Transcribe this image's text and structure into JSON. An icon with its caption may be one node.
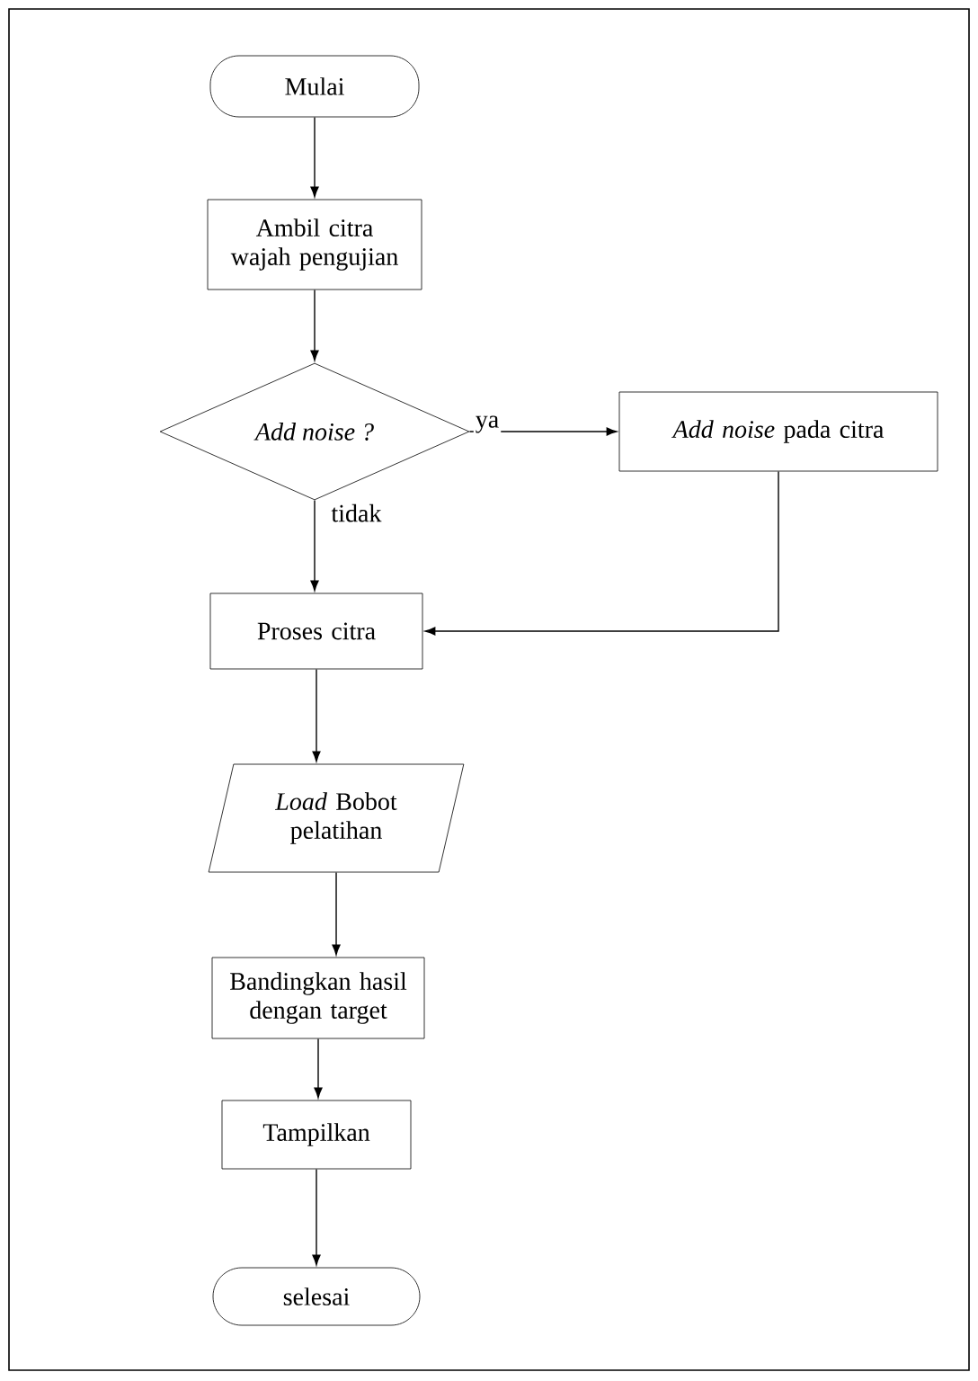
{
  "diagram": {
    "nodes": [
      {
        "text": [
          "Mulai"
        ]
      },
      {
        "text": [
          "Ambil citra wajah pengujian"
        ]
      },
      {
        "text": [
          "Add noise ?"
        ]
      },
      {
        "text": [
          "*Add noise* pada citra"
        ]
      },
      {
        "text": [
          "Proses citra"
        ]
      },
      {
        "text": [
          "*Load* Bobot pelatihan"
        ]
      },
      {
        "text": [
          "Bandingkan hasil dengan target"
        ]
      },
      {
        "text": [
          "Tampilkan"
        ]
      },
      {
        "text": [
          "selesai"
        ]
      }
    ],
    "edges": [
      {
        "from": 0,
        "to": 1,
        "arrow": "to"
      },
      {
        "from": 1,
        "to": 2,
        "arrow": "to"
      },
      {
        "from": 2,
        "to": 3,
        "arrow": "to",
        "label": "ya"
      },
      {
        "from": 2,
        "to": 4,
        "arrow": "to",
        "label": "tidak"
      },
      {
        "from": 3,
        "to": 4,
        "arrow": "to"
      },
      {
        "from": 4,
        "to": 5,
        "arrow": "to"
      },
      {
        "from": 5,
        "to": 6,
        "arrow": "to"
      },
      {
        "from": 6,
        "to": 7,
        "arrow": "to"
      },
      {
        "from": 7,
        "to": 8,
        "arrow": "to"
      }
    ]
  }
}
